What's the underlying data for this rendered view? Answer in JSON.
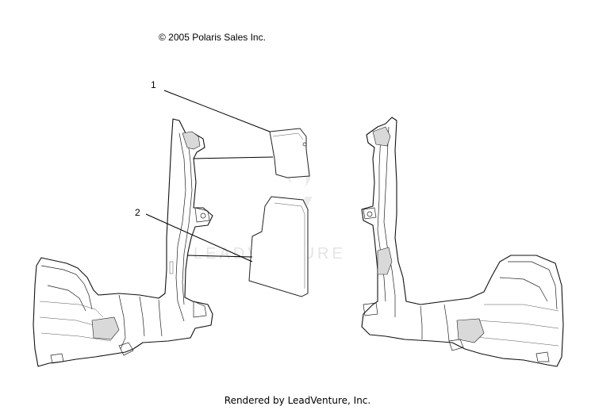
{
  "copyright": "© 2005 Polaris Sales Inc.",
  "footer": "Rendered by LeadVenture, Inc.",
  "watermark": "LEADVENTURE",
  "callouts": [
    {
      "id": "1",
      "label": "1"
    },
    {
      "id": "2",
      "label": "2"
    }
  ],
  "colors": {
    "line": "#111111",
    "watermark": "#e4e4e4",
    "background": "#ffffff"
  }
}
